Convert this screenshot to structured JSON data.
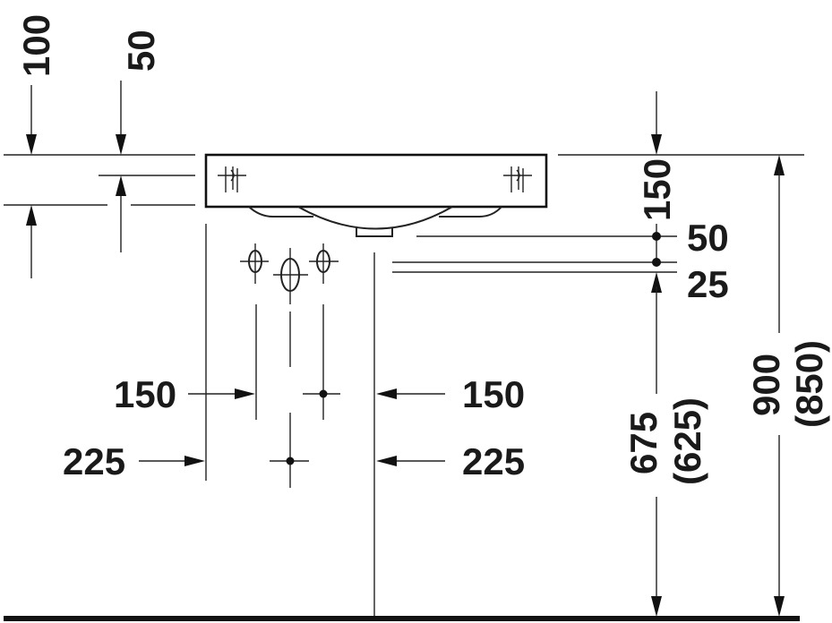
{
  "drawing": {
    "type": "washbasin installation dimension drawing",
    "units": "mm",
    "labels": {
      "top_left_100": "100",
      "top_left_50": "50",
      "right_150": "150",
      "right_50": "50",
      "right_25": "25",
      "left_150": "150",
      "left_225": "225",
      "mid_150": "150",
      "mid_225": "225",
      "height_675": "675",
      "height_625": "(625)",
      "height_900": "900",
      "height_850": "(850)"
    }
  }
}
